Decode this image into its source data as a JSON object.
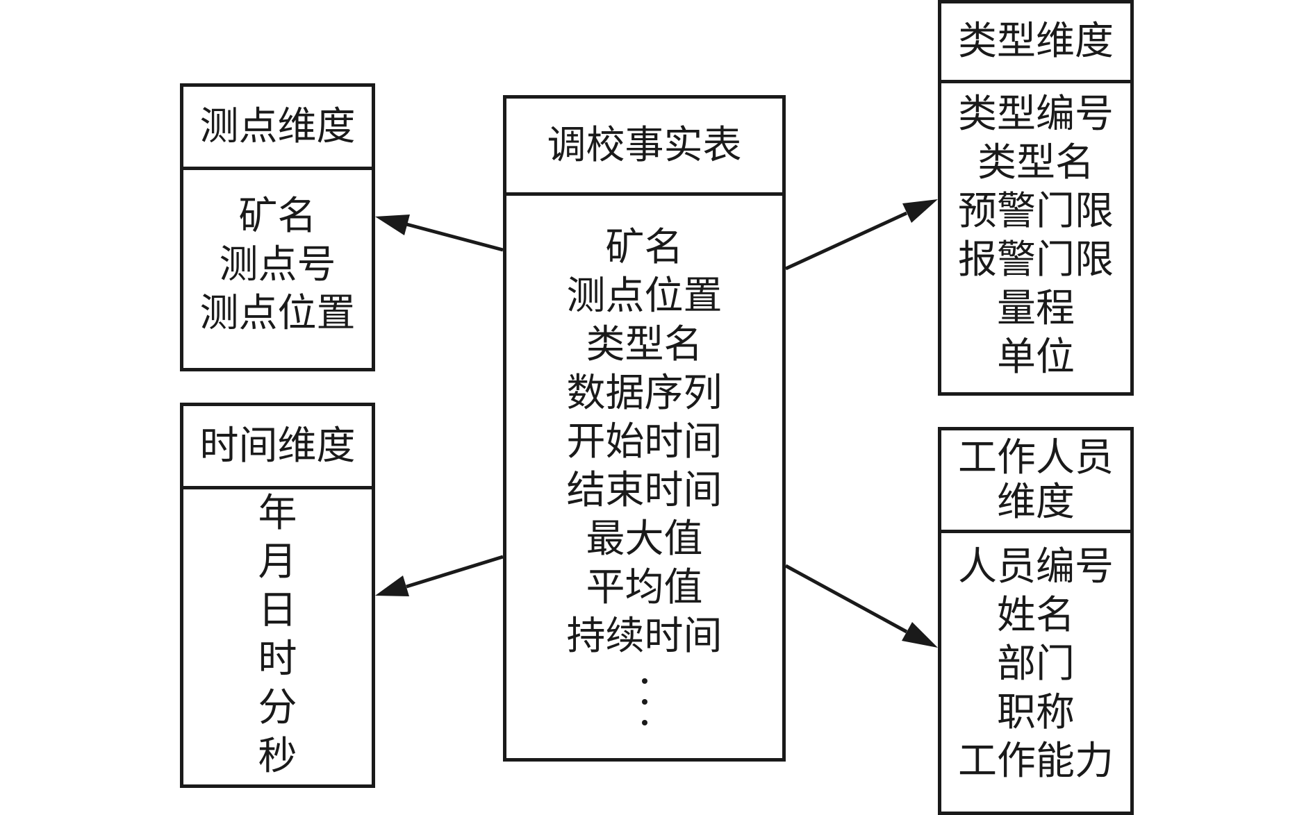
{
  "fact_table": {
    "title": "调校事实表",
    "fields": [
      "矿名",
      "测点位置",
      "类型名",
      "数据序列",
      "开始时间",
      "结束时间",
      "最大值",
      "平均值",
      "持续时间"
    ],
    "ellipsis": "⋮"
  },
  "point_dimension": {
    "title": "测点维度",
    "fields": [
      "矿名",
      "测点号",
      "测点位置"
    ]
  },
  "time_dimension": {
    "title": "时间维度",
    "fields": [
      "年",
      "月",
      "日",
      "时",
      "分",
      "秒"
    ]
  },
  "type_dimension": {
    "title": "类型维度",
    "fields": [
      "类型编号",
      "类型名",
      "预警门限",
      "报警门限",
      "量程",
      "单位"
    ]
  },
  "staff_dimension": {
    "title_lines": [
      "工作人员",
      "维度"
    ],
    "fields": [
      "人员编号",
      "姓名",
      "部门",
      "职称",
      "工作能力"
    ]
  },
  "colors": {
    "stroke": "#1a1a1a",
    "background": "#ffffff"
  }
}
